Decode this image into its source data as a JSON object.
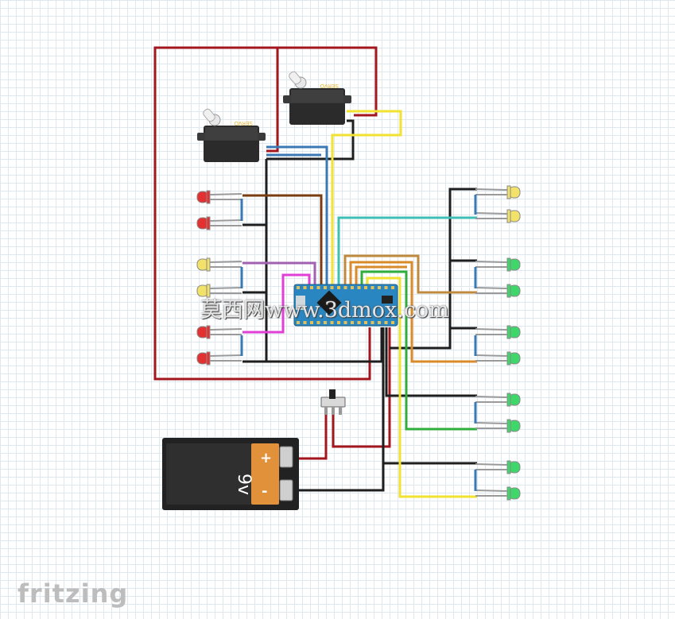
{
  "app": {
    "brand": "fritzing"
  },
  "watermark": "莫西网www.3dmox.com",
  "servo": {
    "label": "SERVO"
  },
  "battery": {
    "voltage": "9v",
    "plus": "+",
    "minus": "-"
  },
  "colors": {
    "red_wire": "#a3161d",
    "black_wire": "#1e1e1e",
    "blue_wire": "#3a78b6",
    "yellow_wire": "#f2e231",
    "brown_wire": "#7a3b12",
    "cyan_wire": "#3fbfb5",
    "purple_wire": "#a161b0",
    "magenta_wire": "#e23fd6",
    "orange_wire": "#d98b2a",
    "tan_wire": "#c08a3e",
    "green_wire": "#2fae3b",
    "led_red": "#e33030",
    "led_yellow": "#f3e26a",
    "led_green": "#3fd66a",
    "board": "#2a86c0"
  },
  "components": {
    "left_leds": [
      "red",
      "red",
      "yellow",
      "yellow",
      "red",
      "red"
    ],
    "right_leds": [
      "yellow",
      "yellow",
      "green",
      "green",
      "green",
      "green",
      "green",
      "green",
      "green",
      "green"
    ]
  }
}
